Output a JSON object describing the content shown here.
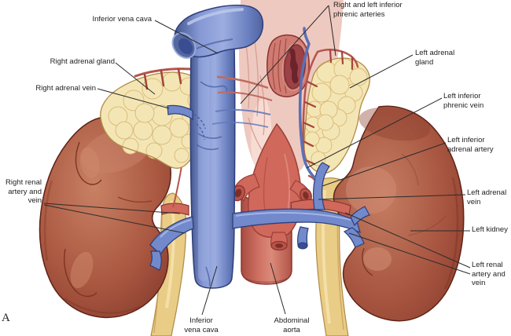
{
  "panel": {
    "letter": "A"
  },
  "labels": {
    "ivc_top": {
      "text": "Inferior vena cava"
    },
    "right_adrenal_gland": {
      "text": "Right adrenal gland"
    },
    "right_adrenal_vein": {
      "text": "Right adrenal vein"
    },
    "right_renal_artery_vein": {
      "text": "Right renal\nartery and\nvein"
    },
    "phrenic_arteries": {
      "text": "Right and left inferior\nphrenic arteries"
    },
    "left_adrenal_gland": {
      "text": "Left adrenal\ngland"
    },
    "left_inferior_phrenic_vein": {
      "text": "Left inferior\nphrenic vein"
    },
    "left_inferior_adrenal_artery": {
      "text": "Left inferior\nadrenal artery"
    },
    "left_adrenal_vein": {
      "text": "Left adrenal\nvein"
    },
    "left_kidney": {
      "text": "Left kidney"
    },
    "left_renal_artery_vein": {
      "text": "Left renal\nartery and\nvein"
    },
    "ivc_bottom": {
      "text": "Inferior\nvena cava"
    },
    "abdominal_aorta": {
      "text": "Abdominal\naorta"
    }
  },
  "colors": {
    "background": "#ffffff",
    "label_text": "#1f1f1f",
    "leader_line": "#2b2b2b",
    "vein_blue": "#7289cb",
    "vein_blue_dark": "#2e3e7a",
    "vein_blue_light": "#a4b4e4",
    "artery_red": "#d0685c",
    "artery_red_dark": "#8c3530",
    "kidney_brown": "#a95741",
    "kidney_dark_outline": "#5f2418",
    "kidney_light": "#cd8a72",
    "adrenal_cream": "#f4e6b4",
    "adrenal_line": "#d9bc7e",
    "adrenal_outline": "#b08a46",
    "ureter_tan": "#e9cc86",
    "ureter_tan_dark": "#b08a46",
    "diaphragm_pink": "#eec9c0",
    "diaphragm_line": "#d89e92",
    "esophagus_dark": "#8e3a3e"
  }
}
